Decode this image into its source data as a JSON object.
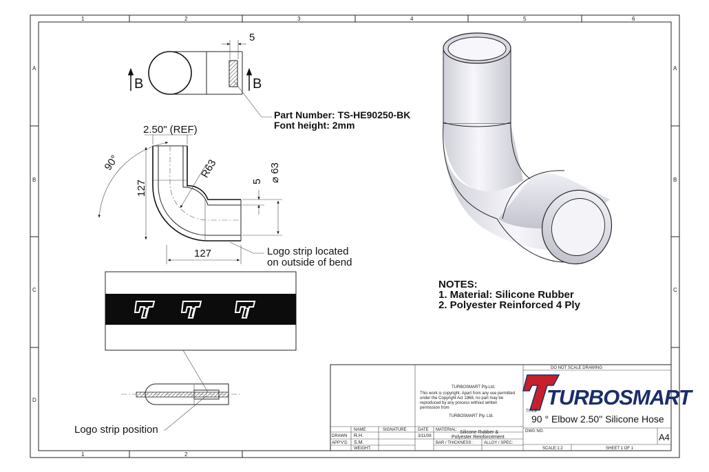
{
  "zones": {
    "columns": [
      "1",
      "2",
      "3",
      "4",
      "5",
      "6"
    ],
    "rows": [
      "A",
      "B",
      "C",
      "D"
    ]
  },
  "section_view": {
    "marker_left": "B",
    "marker_right": "B",
    "dim_width": "5"
  },
  "part_callout": {
    "line1": "Part Number: TS-HE90250-BK",
    "line2": "Font height: 2mm"
  },
  "elbow_view": {
    "dim_ref": "2.50\" (REF)",
    "dim_angle": "90°",
    "dim_height": "127",
    "dim_radius": "R63",
    "dim_wall": "5",
    "dim_diameter": "⌀ 63",
    "dim_length": "127"
  },
  "logo_callout": {
    "line1": "Logo strip located",
    "line2": "on outside of bend"
  },
  "logo_strip_position": "Logo strip position",
  "notes": {
    "heading": "NOTES:",
    "items": [
      "1. Material: Silicone Rubber",
      "2. Polyester Reinforced 4 Ply"
    ]
  },
  "title_block": {
    "do_not_scale": "DO NOT SCALE DRAWING",
    "company": "TURBOSMART",
    "copyright_company": "TURBOSMART Pty.Ltd.",
    "copyright_l1": "This work is copyright. Apart from any use permitted",
    "copyright_l2": "under the Copyright Act 1968, no part may be",
    "copyright_l3": "reproduced by any process without written",
    "copyright_l4": "permission from",
    "copyright_company2": "TURBOSMART Pty. Ltd.",
    "col_name": "NAME",
    "col_signature": "SIGNATURE",
    "col_date": "DATE",
    "row_drawn": "DRAWN",
    "row_appvd": "APP'V'D",
    "row_weight": "WEIGHT:",
    "drawn_name": "R.H.",
    "drawn_date": "3/11/08",
    "appvd_name": "S.M.",
    "material_label": "MATERIAL:",
    "material_l1": "Silicone Rubber &",
    "material_l2": "Polyester Reinforcement",
    "bar_thickness": "BAR / THICKNESS :",
    "alloy_spec": "ALLOY / SPEC:",
    "title_label": "TITLE:",
    "title": "90 ° Elbow 2.50\" Silicone Hose",
    "dwg_no_label": "DWG NO.",
    "size": "A4",
    "scale": "SCALE:1:2",
    "sheet": "SHEET 1 OF 1"
  }
}
